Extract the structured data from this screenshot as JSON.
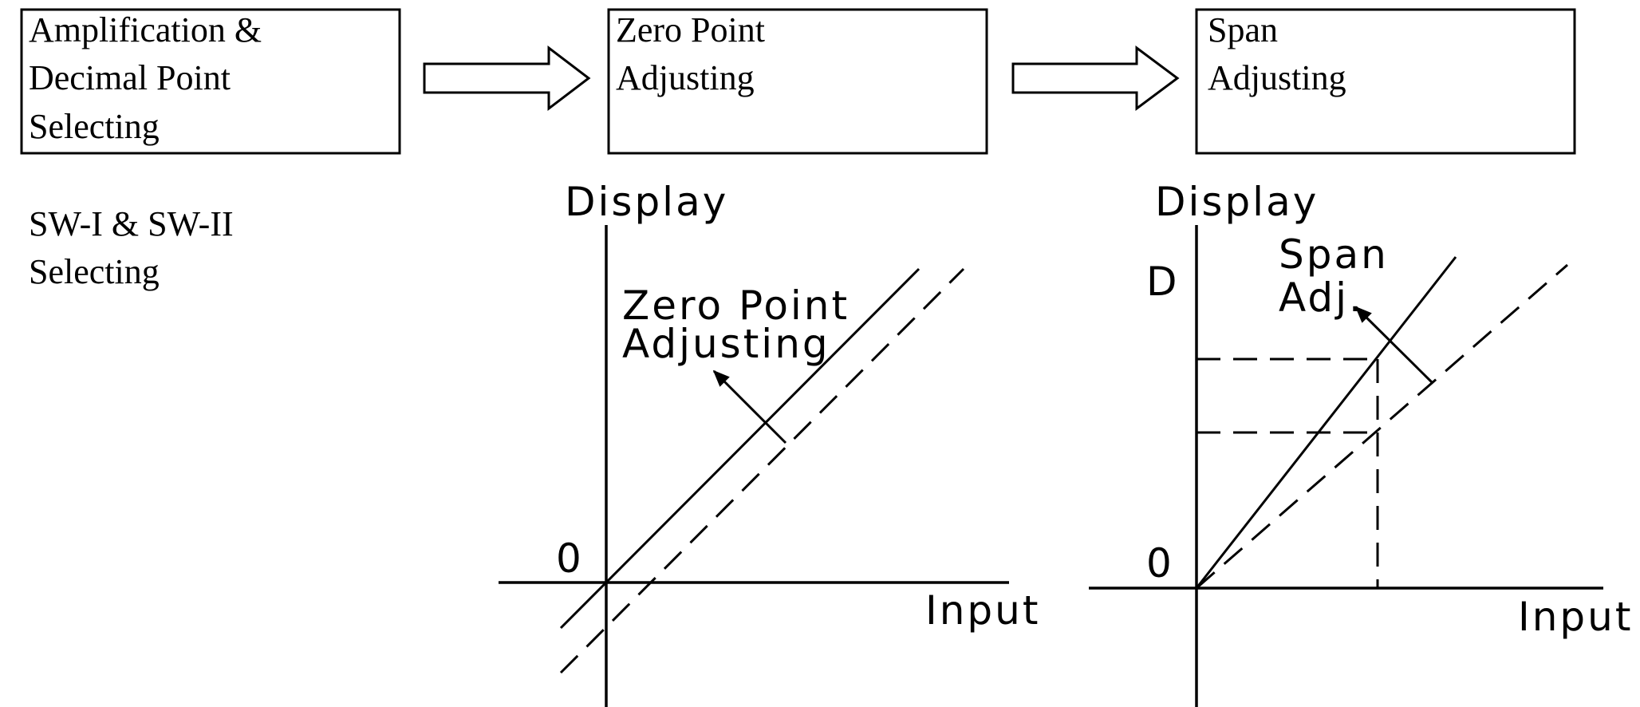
{
  "flow": {
    "step1": {
      "line1": "Amplification &",
      "line2": "Decimal Point",
      "line3": "Selecting"
    },
    "step2": {
      "line1": "Zero Point",
      "line2": "Adjusting"
    },
    "step3": {
      "line1": "Span",
      "line2": "Adjusting"
    }
  },
  "note": {
    "line1": "SW-I & SW-II",
    "line2": "Selecting"
  },
  "zero_graph": {
    "y_axis_label": "Display",
    "x_axis_label": "Input",
    "origin_label": "0",
    "annotation_line1": "Zero Point",
    "annotation_line2": "Adjusting"
  },
  "span_graph": {
    "y_axis_label": "Display",
    "x_axis_label": "Input",
    "origin_label": "0",
    "d_label": "D",
    "annotation_line1": "Span",
    "annotation_line2": "Adj."
  }
}
